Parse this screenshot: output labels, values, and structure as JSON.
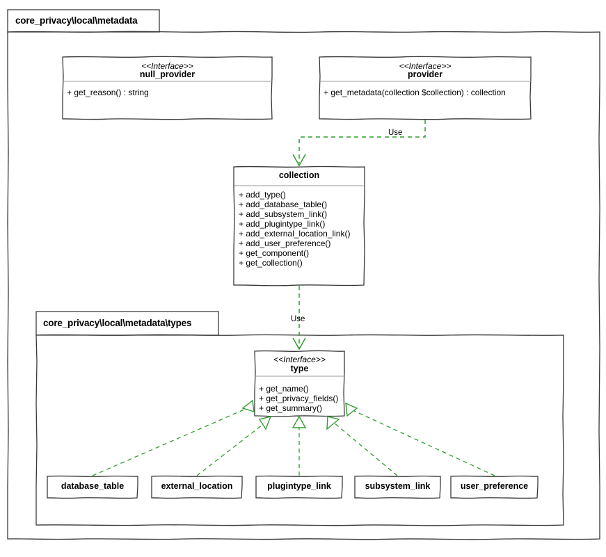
{
  "diagram": {
    "kind": "uml-class-diagram",
    "background_color": "#ffffff",
    "line_color": "#383838",
    "dependency_color": "#2d9e2d",
    "text_color": "#000000"
  },
  "packages": [
    {
      "id": "pkg-outer",
      "label": "core_privacy\\local\\metadata"
    },
    {
      "id": "pkg-types",
      "label": "core_privacy\\local\\metadata\\types"
    }
  ],
  "classes": [
    {
      "id": "null_provider",
      "stereotype": "<<Interface>>",
      "name": "null_provider",
      "members": [
        "+ get_reason() : string"
      ]
    },
    {
      "id": "provider",
      "stereotype": "<<Interface>>",
      "name": "provider",
      "members": [
        "+ get_metadata(collection $collection) : collection"
      ]
    },
    {
      "id": "collection",
      "stereotype": "",
      "name": "collection",
      "members": [
        "+ add_type()",
        "+ add_database_table()",
        "+ add_subsystem_link()",
        "+ add_plugintype_link()",
        "+ add_external_location_link()",
        "+ add_user_preference()",
        "+ get_component()",
        "+ get_collection()"
      ]
    },
    {
      "id": "type",
      "stereotype": "<<Interface>>",
      "name": "type",
      "members": [
        "+ get_name()",
        "+ get_privacy_fields()",
        "+ get_summary()"
      ]
    }
  ],
  "simple_classes": [
    {
      "id": "database_table",
      "name": "database_table"
    },
    {
      "id": "external_location",
      "name": "external_location"
    },
    {
      "id": "plugintype_link",
      "name": "plugintype_link"
    },
    {
      "id": "subsystem_link",
      "name": "subsystem_link"
    },
    {
      "id": "user_preference",
      "name": "user_preference"
    }
  ],
  "relationships": [
    {
      "id": "rel-provider-collection",
      "from": "provider",
      "to": "collection",
      "type": "dependency",
      "label": "Use"
    },
    {
      "id": "rel-collection-type",
      "from": "collection",
      "to": "type",
      "type": "dependency",
      "label": "Use"
    },
    {
      "id": "rel-database-table-type",
      "from": "database_table",
      "to": "type",
      "type": "realization",
      "label": ""
    },
    {
      "id": "rel-external-location-type",
      "from": "external_location",
      "to": "type",
      "type": "realization",
      "label": ""
    },
    {
      "id": "rel-plugintype-link-type",
      "from": "plugintype_link",
      "to": "type",
      "type": "realization",
      "label": ""
    },
    {
      "id": "rel-subsystem-link-type",
      "from": "subsystem_link",
      "to": "type",
      "type": "realization",
      "label": ""
    },
    {
      "id": "rel-user-preference-type",
      "from": "user_preference",
      "to": "type",
      "type": "realization",
      "label": ""
    }
  ]
}
